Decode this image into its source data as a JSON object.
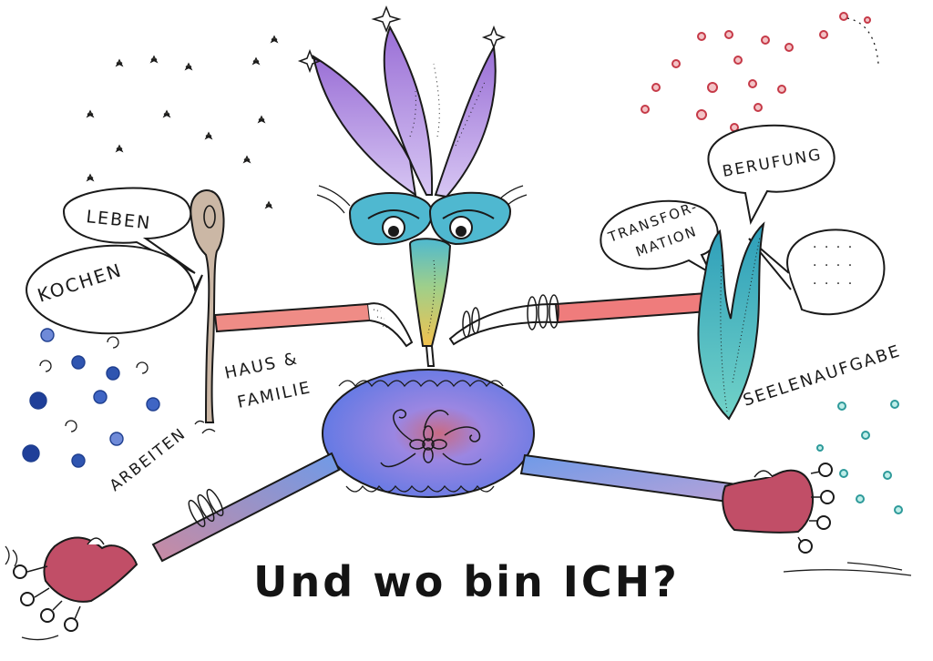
{
  "caption": "Und wo bin ICH?",
  "bubbles": {
    "leben": "LEBEN",
    "kochen": "KOCHEN",
    "berufung": "BERUFUNG",
    "transformation_line1": "TRANSFOR-",
    "transformation_line2": "MATION",
    "ellipsis_dots": ". . . ."
  },
  "labels": {
    "haus_line1": "HAUS &",
    "haus_line2": "FAMILIE",
    "arbeiten": "ARBEITEN",
    "seelenaufgabe": "SEELENAUFGABE"
  },
  "colors": {
    "ink": "#1a1a1a",
    "flower": "#a98be0",
    "eyes": "#3fb7c9",
    "nose_top": "#5cc0c8",
    "nose_bottom": "#f1c65a",
    "body": "#6f86e6",
    "heart": "#d86a6a",
    "arm": "#ee7a76",
    "leg": "#7a9fe6",
    "shoe": "#c04a63",
    "spoon": "#c8b6a6",
    "leaf": "#3fbfc0"
  }
}
